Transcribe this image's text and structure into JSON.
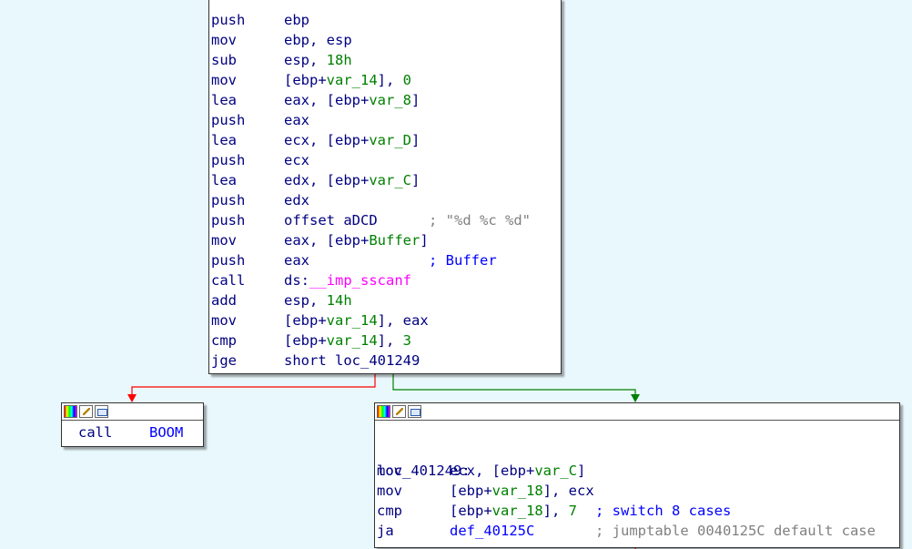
{
  "main_block": {
    "rows": [
      {
        "mn": "push",
        "op": [
          {
            "t": "ebp",
            "c": "n"
          }
        ]
      },
      {
        "mn": "mov",
        "op": [
          {
            "t": "ebp, esp",
            "c": "n"
          }
        ]
      },
      {
        "mn": "sub",
        "op": [
          {
            "t": "esp, ",
            "c": "n"
          },
          {
            "t": "18h",
            "c": "g"
          }
        ]
      },
      {
        "mn": "mov",
        "op": [
          {
            "t": "[ebp+",
            "c": "n"
          },
          {
            "t": "var_14",
            "c": "g"
          },
          {
            "t": "], ",
            "c": "n"
          },
          {
            "t": "0",
            "c": "g"
          }
        ]
      },
      {
        "mn": "lea",
        "op": [
          {
            "t": "eax, [ebp+",
            "c": "n"
          },
          {
            "t": "var_8",
            "c": "g"
          },
          {
            "t": "]",
            "c": "n"
          }
        ]
      },
      {
        "mn": "push",
        "op": [
          {
            "t": "eax",
            "c": "n"
          }
        ]
      },
      {
        "mn": "lea",
        "op": [
          {
            "t": "ecx, [ebp+",
            "c": "n"
          },
          {
            "t": "var_D",
            "c": "g"
          },
          {
            "t": "]",
            "c": "n"
          }
        ]
      },
      {
        "mn": "push",
        "op": [
          {
            "t": "ecx",
            "c": "n"
          }
        ]
      },
      {
        "mn": "lea",
        "op": [
          {
            "t": "edx, [ebp+",
            "c": "n"
          },
          {
            "t": "var_C",
            "c": "g"
          },
          {
            "t": "]",
            "c": "n"
          }
        ]
      },
      {
        "mn": "push",
        "op": [
          {
            "t": "edx",
            "c": "n"
          }
        ]
      },
      {
        "mn": "push",
        "op": [
          {
            "t": "offset aDCD",
            "c": "n"
          }
        ],
        "comment": "; \"%d %c %d\"",
        "comment_gray": true
      },
      {
        "mn": "mov",
        "op": [
          {
            "t": "eax, [ebp+",
            "c": "n"
          },
          {
            "t": "Buffer",
            "c": "g"
          },
          {
            "t": "]",
            "c": "n"
          }
        ]
      },
      {
        "mn": "push",
        "op": [
          {
            "t": "eax",
            "c": "n"
          }
        ],
        "comment": "; Buffer",
        "comment_gray": false
      },
      {
        "mn": "call",
        "op": [
          {
            "t": "ds:",
            "c": "n"
          },
          {
            "t": "__imp_sscanf",
            "c": "m"
          }
        ]
      },
      {
        "mn": "add",
        "op": [
          {
            "t": "esp, ",
            "c": "n"
          },
          {
            "t": "14h",
            "c": "g"
          }
        ]
      },
      {
        "mn": "mov",
        "op": [
          {
            "t": "[ebp+",
            "c": "n"
          },
          {
            "t": "var_14",
            "c": "g"
          },
          {
            "t": "], eax",
            "c": "n"
          }
        ]
      },
      {
        "mn": "cmp",
        "op": [
          {
            "t": "[ebp+",
            "c": "n"
          },
          {
            "t": "var_14",
            "c": "g"
          },
          {
            "t": "], ",
            "c": "n"
          },
          {
            "t": "3",
            "c": "g"
          }
        ]
      },
      {
        "mn": "jge",
        "op": [
          {
            "t": "short loc_401249",
            "c": "n"
          }
        ]
      }
    ]
  },
  "boom_block": {
    "icons": [
      "color-icon",
      "edit-icon",
      "graph-icon"
    ],
    "rows": [
      {
        "mn": "call",
        "op": [
          {
            "t": "BOOM",
            "c": "b"
          }
        ]
      }
    ]
  },
  "right_block": {
    "icons": [
      "color-icon",
      "edit-icon",
      "graph-icon"
    ],
    "label": "loc_401249:",
    "rows": [
      {
        "mn": "mov",
        "op": [
          {
            "t": "ecx, [ebp+",
            "c": "n"
          },
          {
            "t": "var_C",
            "c": "g"
          },
          {
            "t": "]",
            "c": "n"
          }
        ]
      },
      {
        "mn": "mov",
        "op": [
          {
            "t": "[ebp+",
            "c": "n"
          },
          {
            "t": "var_18",
            "c": "g"
          },
          {
            "t": "], ecx",
            "c": "n"
          }
        ]
      },
      {
        "mn": "cmp",
        "op": [
          {
            "t": "[ebp+",
            "c": "n"
          },
          {
            "t": "var_18",
            "c": "g"
          },
          {
            "t": "], ",
            "c": "n"
          },
          {
            "t": "7",
            "c": "g"
          }
        ],
        "comment": "; switch 8 cases",
        "comment_gray": false
      },
      {
        "mn": "ja",
        "op": [
          {
            "t": "def_40125C",
            "c": "b"
          }
        ],
        "comment": "; jumptable 0040125C default case",
        "comment_gray": true
      }
    ]
  },
  "colors": {
    "background": "#e9f8fd",
    "false_edge": "#ff0000",
    "true_edge": "#008000",
    "mnemonic": "#000080",
    "variable": "#008000",
    "import": "#ff00ff",
    "comment": "#0000ff",
    "comment_gray": "#808080"
  }
}
